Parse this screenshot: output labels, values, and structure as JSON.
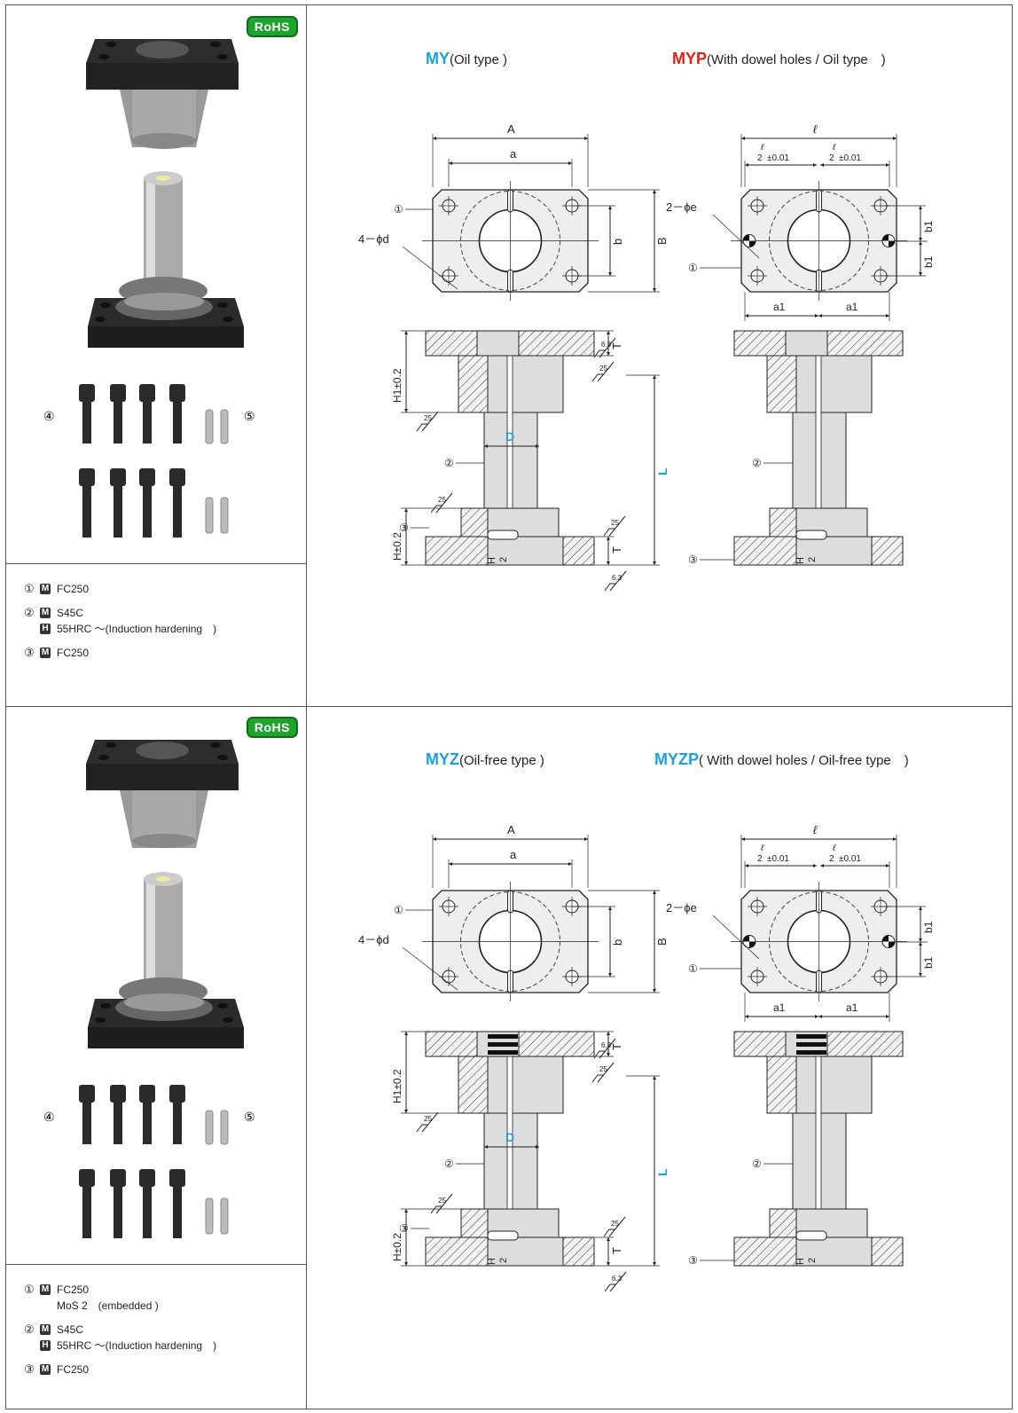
{
  "rohs_label": "RoHS",
  "top": {
    "title_left_code": "MY",
    "title_left_desc": "(Oil type )",
    "title_right_code": "MYP",
    "title_right_desc": "(With dowel holes / Oil type　)",
    "materials": [
      {
        "num": "①",
        "badge": "M",
        "text": "FC250"
      },
      {
        "num": "②",
        "badge": "M",
        "text": "S45C"
      },
      {
        "sub_badge": "H",
        "sub_text": "55HRC ～(Induction hardening　)"
      },
      {
        "num": "③",
        "badge": "M",
        "text": "FC250"
      }
    ]
  },
  "bottom": {
    "title_left_code": "MYZ",
    "title_left_desc": "(Oil-free type )",
    "title_right_code": "MYZP",
    "title_right_desc": "( With dowel holes / Oil-free type　)",
    "materials": [
      {
        "num": "①",
        "badge": "M",
        "text": "FC250"
      },
      {
        "sub_text": "MoS 2　(embedded )"
      },
      {
        "num": "②",
        "badge": "M",
        "text": "S45C"
      },
      {
        "sub_badge": "H",
        "sub_text": "55HRC ～(Induction hardening　)"
      },
      {
        "num": "③",
        "badge": "M",
        "text": "FC250"
      }
    ]
  },
  "labels": {
    "n1": "①",
    "n2": "②",
    "n3": "③",
    "n4": "④",
    "n5": "⑤",
    "A": "A",
    "a": "a",
    "b": "b",
    "B": "B",
    "d": "4－ϕd",
    "l": "ℓ",
    "l2": "ℓ",
    "two": "2",
    "tol": "±0.01",
    "e": "2－ϕe",
    "b1": "b1",
    "a1": "a1",
    "T": "T",
    "H1": "H1±0.2",
    "H": "H±0.2",
    "H2": "H",
    "two2": "2",
    "D": "D",
    "L": "L",
    "r25": "25",
    "r63": "6.3"
  },
  "colors": {
    "blue": "#1aa0e0",
    "red": "#e0201a",
    "rohs": "#1fa22e"
  }
}
